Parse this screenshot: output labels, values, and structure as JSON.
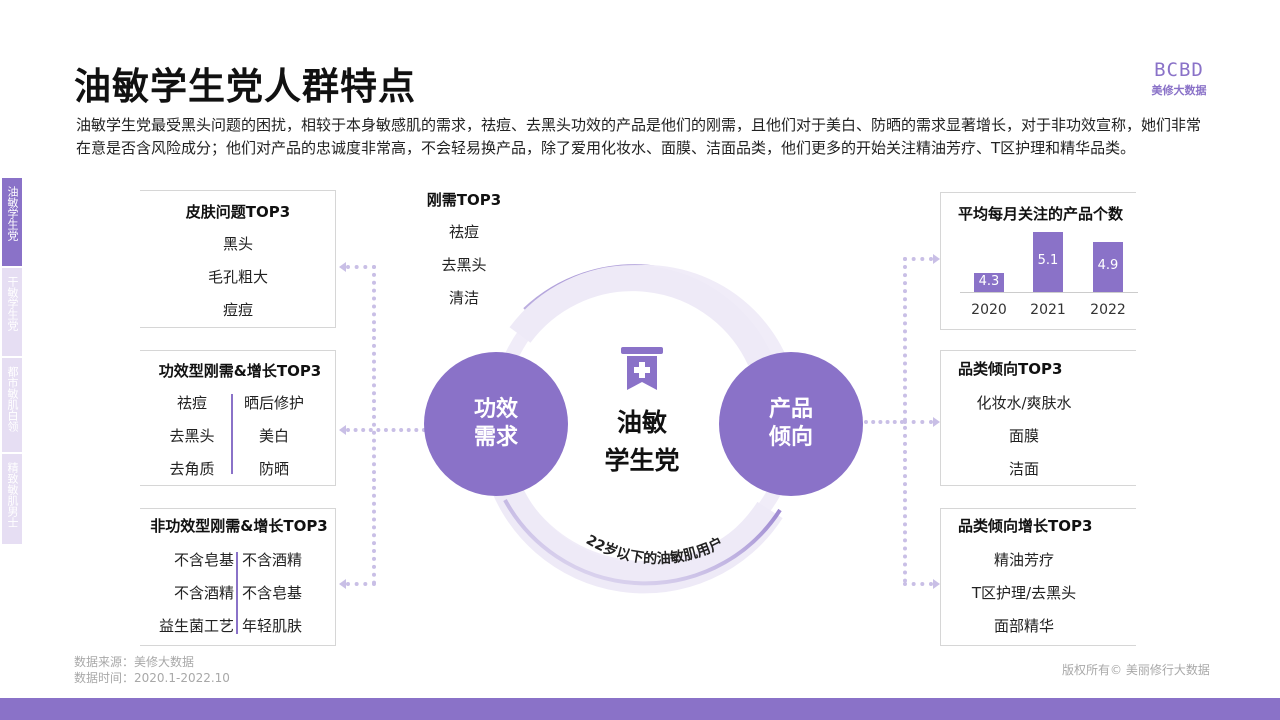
{
  "header": {
    "title": "油敏学生党人群特点",
    "intro": "油敏学生党最受黑头问题的困扰，相较于本身敏感肌的需求，祛痘、去黑头功效的产品是他们的刚需，且他们对于美白、防晒的需求显著增长，对于非功效宣称，她们非常在意是否含风险成分；他们对产品的忠诚度非常高，不会轻易换产品，除了爱用化妆水、面膜、洁面品类，他们更多的开始关注精油芳疗、T区护理和精华品类。"
  },
  "logo": {
    "mark": "BCBD",
    "text": "美修大数据"
  },
  "side_tabs": [
    {
      "label": "油敏学生党",
      "active": true
    },
    {
      "label": "干敏学生党",
      "active": false
    },
    {
      "label": "都市敏肌白领",
      "active": false
    },
    {
      "label": "精致敏肌男士",
      "active": false
    }
  ],
  "left_boxes": {
    "skin_problems": {
      "title": "皮肤问题TOP3",
      "items": [
        "黑头",
        "毛孔粗大",
        "痘痘"
      ]
    },
    "functional": {
      "title": "功效型刚需&增长TOP3",
      "left": [
        "祛痘",
        "去黑头",
        "去角质"
      ],
      "right": [
        "晒后修护",
        "美白",
        "防晒"
      ]
    },
    "non_functional": {
      "title": "非功效型刚需&增长TOP3",
      "left": [
        "不含皂基",
        "不含酒精",
        "益生菌工艺"
      ],
      "right": [
        "不含酒精",
        "不含皂基",
        "年轻肌肤"
      ]
    }
  },
  "top_need": {
    "title": "刚需TOP3",
    "items": [
      "祛痘",
      "去黑头",
      "清洁"
    ]
  },
  "center": {
    "left_circle": [
      "功效",
      "需求"
    ],
    "right_circle": [
      "产品",
      "倾向"
    ],
    "label": [
      "油敏",
      "学生党"
    ],
    "arc_text": "22岁以下的油敏肌用户"
  },
  "right_boxes": {
    "monthly": {
      "title": "平均每月关注的产品个数"
    },
    "category": {
      "title": "品类倾向TOP3",
      "items": [
        "化妆水/爽肤水",
        "面膜",
        "洁面"
      ]
    },
    "growth": {
      "title": "品类倾向增长TOP3",
      "items": [
        "精油芳疗",
        "T区护理/去黑头",
        "面部精华"
      ]
    }
  },
  "chart_data": {
    "type": "bar",
    "categories": [
      "2020",
      "2021",
      "2022"
    ],
    "values": [
      4.3,
      5.1,
      4.9
    ],
    "labels": [
      "4.3",
      "5.1",
      "4.9"
    ],
    "title": "平均每月关注的产品个数",
    "color": "#8a72c8"
  },
  "footer": {
    "source": "数据来源：美修大数据",
    "time": "数据时间：2020.1-2022.10",
    "copyright": "版权所有© 美丽修行大数据"
  },
  "colors": {
    "accent": "#8a72c8",
    "light_accent": "#e6def3",
    "dots": "#c9bfe6"
  }
}
